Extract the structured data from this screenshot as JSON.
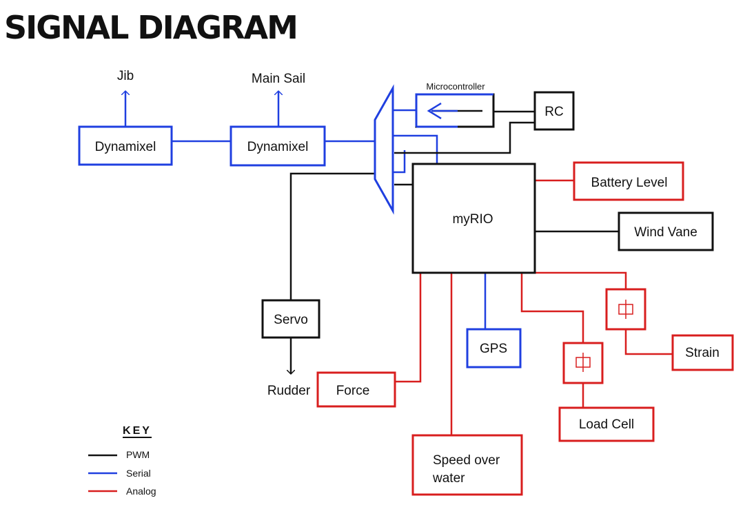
{
  "title": "SIGNAL DIAGRAM",
  "colors": {
    "pwm": "#111111",
    "serial": "#1f3fe0",
    "analog": "#d81e1e"
  },
  "nodes": {
    "myrio": "myRIO",
    "dynamixel_jib": "Dynamixel",
    "dynamixel_main": "Dynamixel",
    "microcontroller": "Microcontroller",
    "rc": "RC",
    "battery": "Battery Level",
    "wind_vane": "Wind Vane",
    "servo": "Servo",
    "gps": "GPS",
    "force": "Force",
    "speed_line1": "Speed over",
    "speed_line2": "water",
    "load_cell": "Load Cell",
    "strain": "Strain"
  },
  "outputs": {
    "jib": "Jib",
    "main_sail": "Main Sail",
    "rudder": "Rudder"
  },
  "key": {
    "title": "KEY",
    "items": [
      "PWM",
      "Serial",
      "Analog"
    ]
  }
}
